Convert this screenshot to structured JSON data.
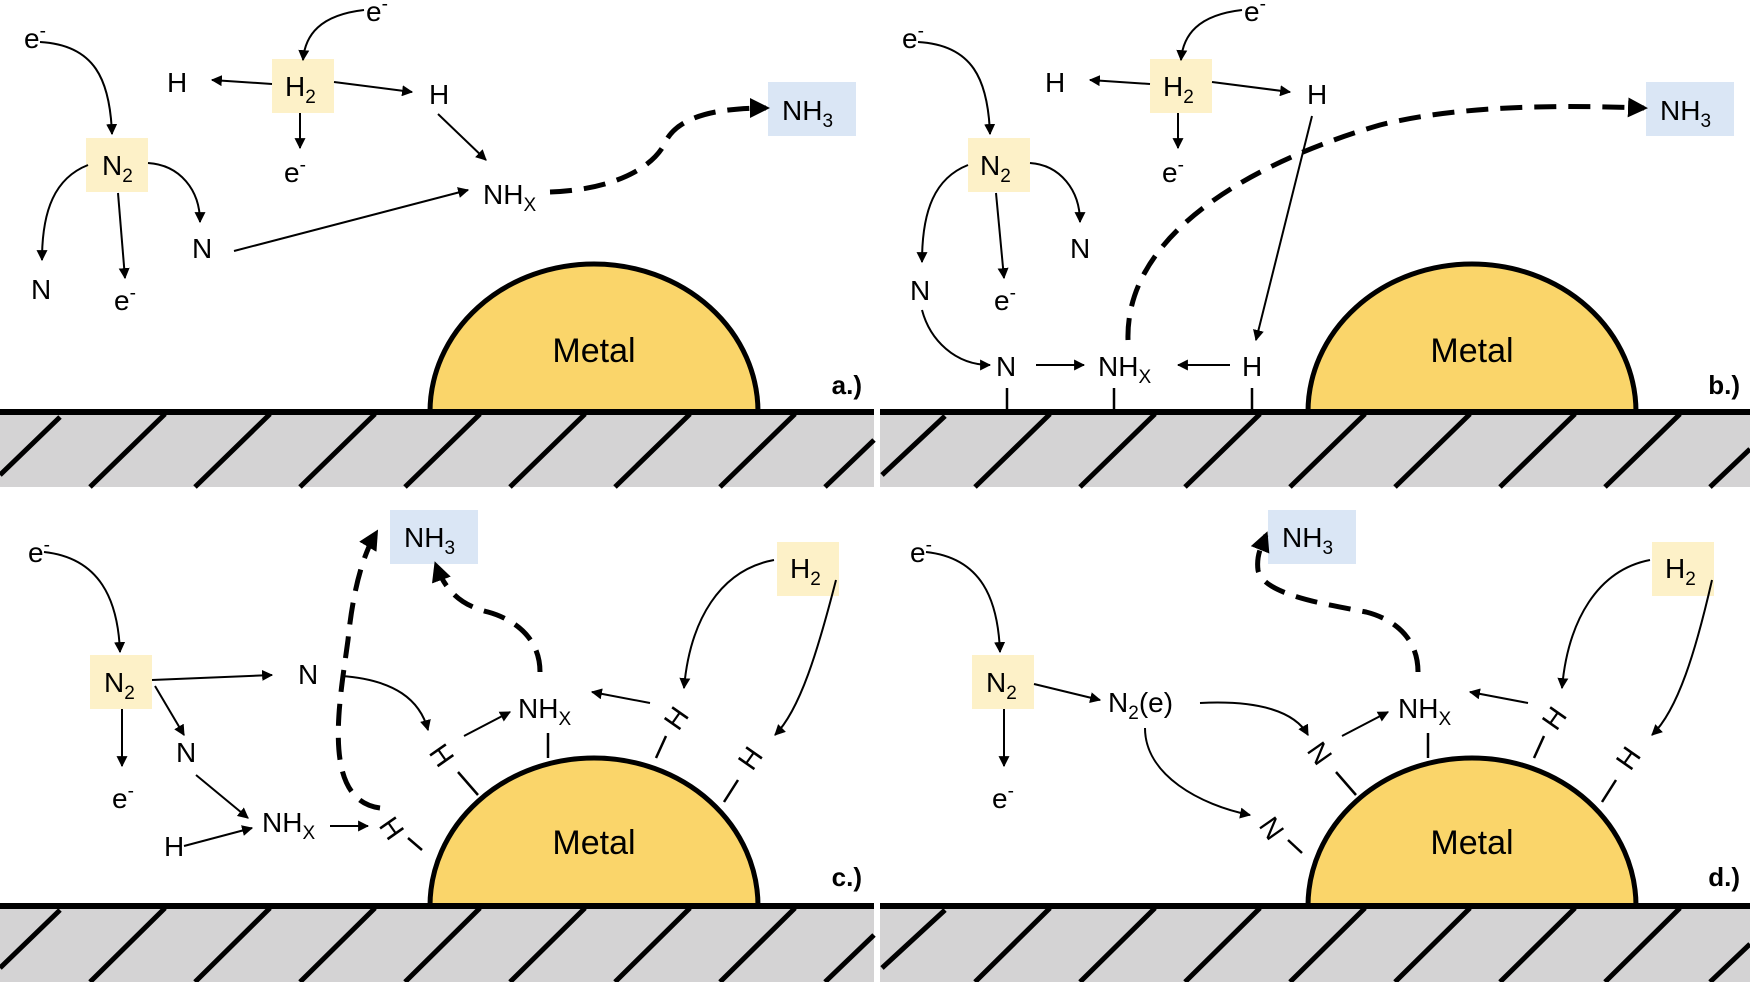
{
  "labels": {
    "metal": "Metal",
    "n2": "N",
    "h2": "H",
    "sub2": "2",
    "nh3": "NH",
    "sub3": "3",
    "nhx": "NH",
    "subx": "X",
    "n": "N",
    "h": "H",
    "e": "e",
    "minus": "-",
    "n2e": "N",
    "n2e_suffix": "(e)"
  },
  "panels": [
    {
      "id": "a",
      "label": "a.)"
    },
    {
      "id": "b",
      "label": "b.)"
    },
    {
      "id": "c",
      "label": "c.)"
    },
    {
      "id": "d",
      "label": "d.)"
    }
  ],
  "colors": {
    "metal": "#fad56a",
    "reactant_box": "#fdf1c8",
    "product_box": "#dae6f5",
    "support": "#d4d3d4"
  }
}
